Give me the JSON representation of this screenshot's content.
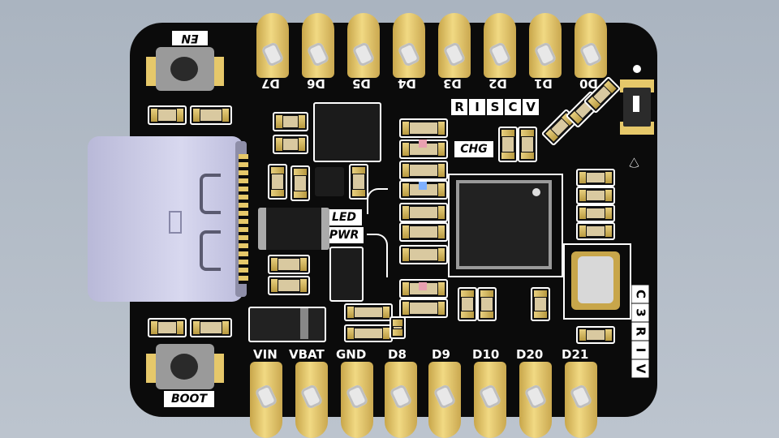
{
  "board": {
    "top_pin_labels": [
      "D7",
      "D6",
      "D5",
      "D4",
      "D3",
      "D2",
      "D1",
      "D0"
    ],
    "bottom_pin_labels": [
      "VIN",
      "VBAT",
      "GND",
      "D8",
      "D9",
      "D10",
      "D20",
      "D21"
    ],
    "button_en_label": "EN",
    "button_boot_label": "BOOT",
    "riscv_letters": [
      "R",
      "I",
      "S",
      "C",
      "V"
    ],
    "c3_letters": [
      "C",
      "3",
      "R",
      "I",
      "V"
    ],
    "chg_label": "CHG",
    "led_label": "LED",
    "pwr_label": "PWR",
    "colors": {
      "board": "#0b0b0b",
      "pad_gold": "#e6c86a",
      "silkscreen": "#ffffff",
      "usb_metal": "#c9c9e6",
      "background": "#b4bdc8"
    }
  }
}
